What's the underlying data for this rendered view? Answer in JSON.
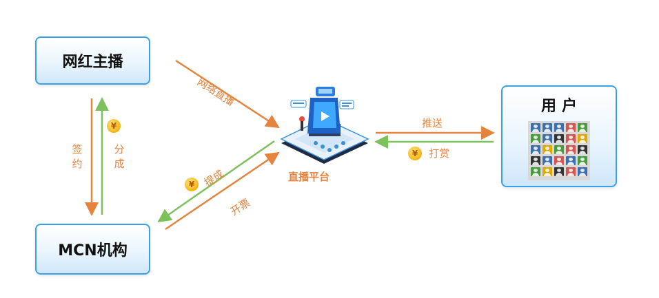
{
  "nodes": {
    "anchor": "网红主播",
    "mcn": "MCN机构",
    "user": "用户",
    "platform": "直播平台"
  },
  "edges": {
    "network_live": "网络直播",
    "withdraw": "提成",
    "invoice": "开票",
    "push": "推送",
    "tip": "打赏",
    "sign": "签约",
    "share": "分成"
  },
  "currency_symbol": "¥",
  "colors": {
    "orange_arrow": "#e4843e",
    "green_arrow": "#7cc25a",
    "node_border": "#3aa0e8",
    "coin": "#f5b516"
  },
  "user_grid_colors": [
    "#3d6fb0",
    "#3d6fb0",
    "#3d6fb0",
    "#d9534f",
    "#4a9a3f",
    "#4a9a3f",
    "#3d6fb0",
    "#333333",
    "#d9534f",
    "#e0a800",
    "#3d6fb0",
    "#e0a800",
    "#4a9a3f",
    "#d9534f",
    "#333333",
    "#333333",
    "#3d6fb0",
    "#d9534f",
    "#3d6fb0",
    "#4a9a3f",
    "#4a9a3f",
    "#e0a800",
    "#333333",
    "#d9534f",
    "#3d6fb0"
  ]
}
